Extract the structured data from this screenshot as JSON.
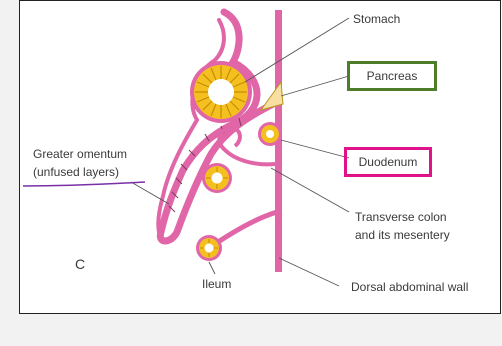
{
  "colors": {
    "membrane": "#e066a8",
    "organ_fill": "#f4c020",
    "lumen": "#ffffff",
    "pancreas": "#f6dfa0",
    "pointer": "#555555",
    "annotation_underline": "#7a2fa8",
    "pancreas_box": "#4e7d2a",
    "duodenum_box": "#e0138a"
  },
  "labels": {
    "stomach": "Stomach",
    "pancreas": "Pancreas",
    "duodenum": "Duodenum",
    "greater_omentum_line1": "Greater omentum",
    "greater_omentum_line2": "(unfused layers)",
    "transverse_colon_line1": "Transverse colon",
    "transverse_colon_line2": "and its mesentery",
    "panel_letter": "C",
    "ileum": "Ileum",
    "dorsal_wall": "Dorsal abdominal wall"
  }
}
